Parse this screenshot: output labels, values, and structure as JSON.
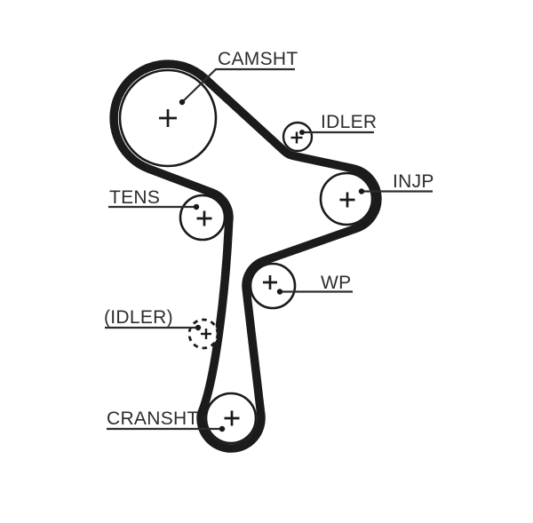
{
  "diagram": {
    "kind": "timing-belt-routing",
    "colors": {
      "background": "#ffffff",
      "belt": "#1b1b1b",
      "pulley_outline": "#1a1a1a",
      "leader_line": "#2d2d2d",
      "text": "#2d2d2d"
    },
    "pulleys": [
      {
        "id": "camshaft",
        "label": "CAMSHT",
        "style": "solid"
      },
      {
        "id": "idler",
        "label": "IDLER",
        "style": "solid"
      },
      {
        "id": "injection-pump",
        "label": "INJP",
        "style": "solid"
      },
      {
        "id": "tensioner",
        "label": "TENS",
        "style": "solid"
      },
      {
        "id": "water-pump",
        "label": "WP",
        "style": "solid"
      },
      {
        "id": "optional-idler",
        "label": "(IDLER)",
        "style": "dashed"
      },
      {
        "id": "crankshaft",
        "label": "CRANSHT",
        "style": "solid"
      }
    ]
  }
}
